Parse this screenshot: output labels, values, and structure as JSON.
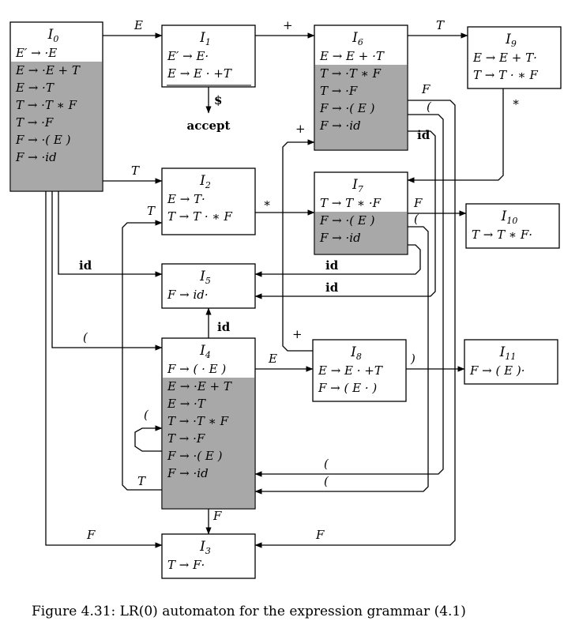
{
  "caption": "Figure 4.31: LR(0) automaton for the expression grammar (4.1)",
  "accept_label": "accept",
  "accept_edge_label": "$",
  "states": [
    {
      "id": "I0",
      "name": "I",
      "sub": "0",
      "kernel": [
        "E′ → ·E"
      ],
      "closure": [
        "E → ·E + T",
        "E → ·T",
        "T → ·T ∗ F",
        "T → ·F",
        "F → ·( E )",
        "F → ·id"
      ]
    },
    {
      "id": "I1",
      "name": "I",
      "sub": "1",
      "kernel": [
        "E′ → E·",
        "E → E · +T"
      ],
      "closure": []
    },
    {
      "id": "I2",
      "name": "I",
      "sub": "2",
      "kernel": [
        "E → T·",
        "T → T · ∗ F"
      ],
      "closure": []
    },
    {
      "id": "I3",
      "name": "I",
      "sub": "3",
      "kernel": [
        "T → F·"
      ],
      "closure": []
    },
    {
      "id": "I4",
      "name": "I",
      "sub": "4",
      "kernel": [
        "F → ( · E )"
      ],
      "closure": [
        "E → ·E + T",
        "E → ·T",
        "T → ·T ∗ F",
        "T → ·F",
        "F → ·( E )",
        "F → ·id"
      ]
    },
    {
      "id": "I5",
      "name": "I",
      "sub": "5",
      "kernel": [
        "F → id·"
      ],
      "closure": []
    },
    {
      "id": "I6",
      "name": "I",
      "sub": "6",
      "kernel": [
        "E → E + ·T"
      ],
      "closure": [
        "T → ·T ∗ F",
        "T → ·F",
        "F → ·( E )",
        "F → ·id"
      ]
    },
    {
      "id": "I7",
      "name": "I",
      "sub": "7",
      "kernel": [
        "T → T ∗ ·F"
      ],
      "closure": [
        "F → ·( E )",
        "F → ·id"
      ]
    },
    {
      "id": "I8",
      "name": "I",
      "sub": "8",
      "kernel": [
        "E → E · +T",
        "F → ( E · )"
      ],
      "closure": []
    },
    {
      "id": "I9",
      "name": "I",
      "sub": "9",
      "kernel": [
        "E → E + T·",
        "T → T · ∗ F"
      ],
      "closure": []
    },
    {
      "id": "I10",
      "name": "I",
      "sub": "10",
      "kernel": [
        "T → T ∗ F·"
      ],
      "closure": []
    },
    {
      "id": "I11",
      "name": "I",
      "sub": "11",
      "kernel": [
        "F → ( E )·"
      ],
      "closure": []
    }
  ],
  "transitions": [
    {
      "from": "I0",
      "to": "I1",
      "label": "E"
    },
    {
      "from": "I0",
      "to": "I2",
      "label": "T"
    },
    {
      "from": "I0",
      "to": "I5",
      "label": "id"
    },
    {
      "from": "I0",
      "to": "I4",
      "label": "("
    },
    {
      "from": "I0",
      "to": "I3",
      "label": "F"
    },
    {
      "from": "I1",
      "to": "I6",
      "label": "+"
    },
    {
      "from": "I2",
      "to": "I7",
      "label": "∗"
    },
    {
      "from": "I4",
      "to": "I5",
      "label": "id"
    },
    {
      "from": "I4",
      "to": "I8",
      "label": "E"
    },
    {
      "from": "I4",
      "to": "I4",
      "label": "("
    },
    {
      "from": "I4",
      "to": "I2",
      "label": "T"
    },
    {
      "from": "I4",
      "to": "I3",
      "label": "F"
    },
    {
      "from": "I6",
      "to": "I9",
      "label": "T"
    },
    {
      "from": "I6",
      "to": "I3",
      "label": "F"
    },
    {
      "from": "I6",
      "to": "I4",
      "label": "("
    },
    {
      "from": "I6",
      "to": "I5",
      "label": "id"
    },
    {
      "from": "I7",
      "to": "I10",
      "label": "F"
    },
    {
      "from": "I7",
      "to": "I4",
      "label": "("
    },
    {
      "from": "I7",
      "to": "I5",
      "label": "id"
    },
    {
      "from": "I8",
      "to": "I6",
      "label": "+"
    },
    {
      "from": "I8",
      "to": "I11",
      "label": ")"
    },
    {
      "from": "I9",
      "to": "I7",
      "label": "∗"
    }
  ]
}
